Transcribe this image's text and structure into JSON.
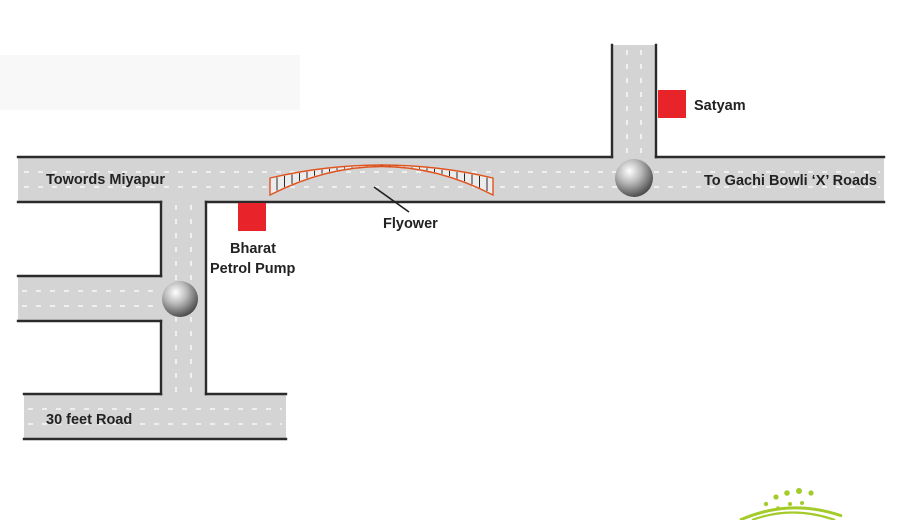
{
  "map": {
    "colors": {
      "road": "#d4d4d4",
      "road_edge": "#2b2b2b",
      "lane_mark": "#ffffff",
      "landmark": "#e8232a",
      "flyover": "#e0541f",
      "label": "#222222",
      "logo": "#a3cc2a"
    },
    "labels": {
      "towards_miyapur": "Towords Miyapur",
      "to_gachibowli": "To Gachi Bowli ‘X’ Roads",
      "satyam": "Satyam",
      "flyover": "Flyower",
      "bharat_line1": "Bharat",
      "bharat_line2": "Petrol Pump",
      "thirty_feet_road": "30 feet Road"
    },
    "icons": {
      "roundabout": "roundabout-icon",
      "landmark": "landmark-marker-icon",
      "logo": "dotted-arc-logo-icon"
    }
  }
}
